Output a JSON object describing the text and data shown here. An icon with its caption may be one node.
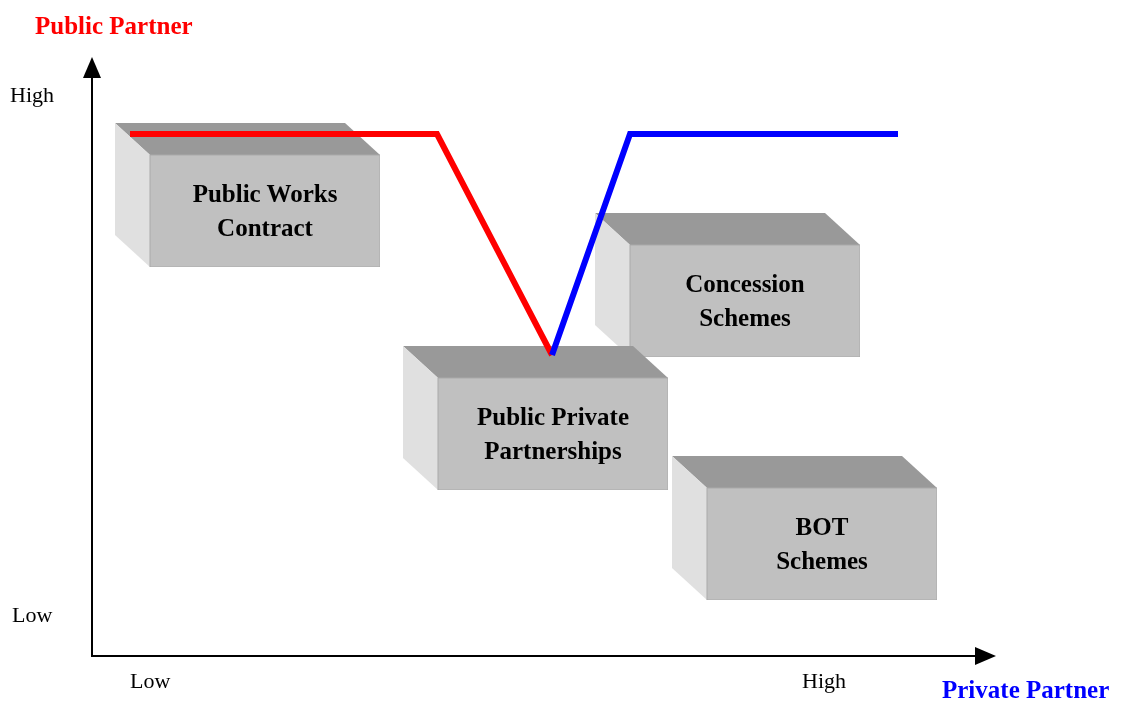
{
  "diagram": {
    "nodes": [
      {
        "text": [
          "Public Works Contract"
        ]
      },
      {
        "text": [
          "Concession Schemes"
        ]
      },
      {
        "text": [
          "Public Private Partnerships"
        ]
      },
      {
        "text": [
          "BOT Schemes"
        ]
      }
    ],
    "edges": [
      {
        "from": 0,
        "to": 2,
        "arrow": "none",
        "color": "#ff0000"
      },
      {
        "from": 2,
        "to": null,
        "arrow": "none",
        "color": "#0000ff"
      }
    ],
    "labels": [
      "Public Partner",
      "High",
      "Low",
      "Low",
      "High",
      "Private Partner"
    ]
  }
}
